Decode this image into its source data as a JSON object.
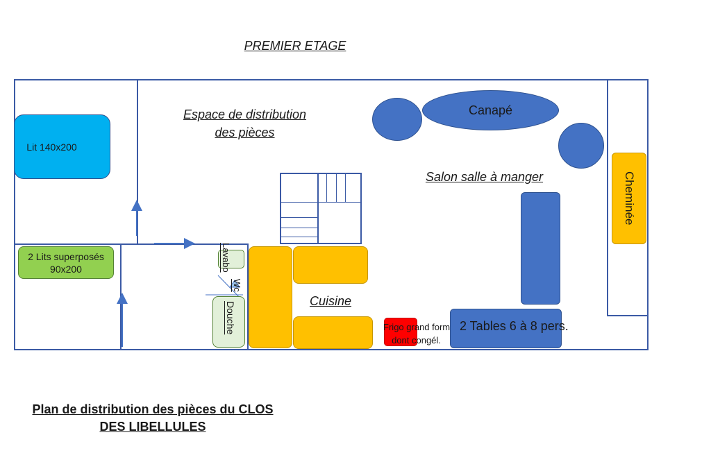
{
  "plan": {
    "floor_title": "PREMIER ETAGE",
    "footer_title_line1": "Plan de distribution des pièces du CLOS",
    "footer_title_line2": "DES LIBELLULES"
  },
  "rooms": {
    "distribution": "Espace de distribution des pièces",
    "distribution_line1": "Espace de distribution",
    "distribution_line2": "des pièces",
    "salon": "Salon salle à manger",
    "cuisine": "Cuisine"
  },
  "furniture": {
    "lit": "Lit 140x200",
    "lits_superposes_line1": "2 Lits superposés",
    "lits_superposes_line2": "90x200",
    "lavabo": "Lavabo",
    "wc": "Wc",
    "douche": "Douche",
    "canape": "Canapé",
    "cheminee": "Cheminée",
    "frigo_line1": "Frigo grand format",
    "frigo_line2": "dont congél.",
    "tables": "2 Tables 6 à 8 pers."
  },
  "colors": {
    "wall": "#3b5aa5",
    "sofa_blue": "#4472c4",
    "bed_blue": "#00b0f0",
    "bunk_green": "#92d050",
    "kitchen_yellow": "#ffc000",
    "fridge_red": "#ff0000",
    "bath_green": "#e2f0d9"
  }
}
